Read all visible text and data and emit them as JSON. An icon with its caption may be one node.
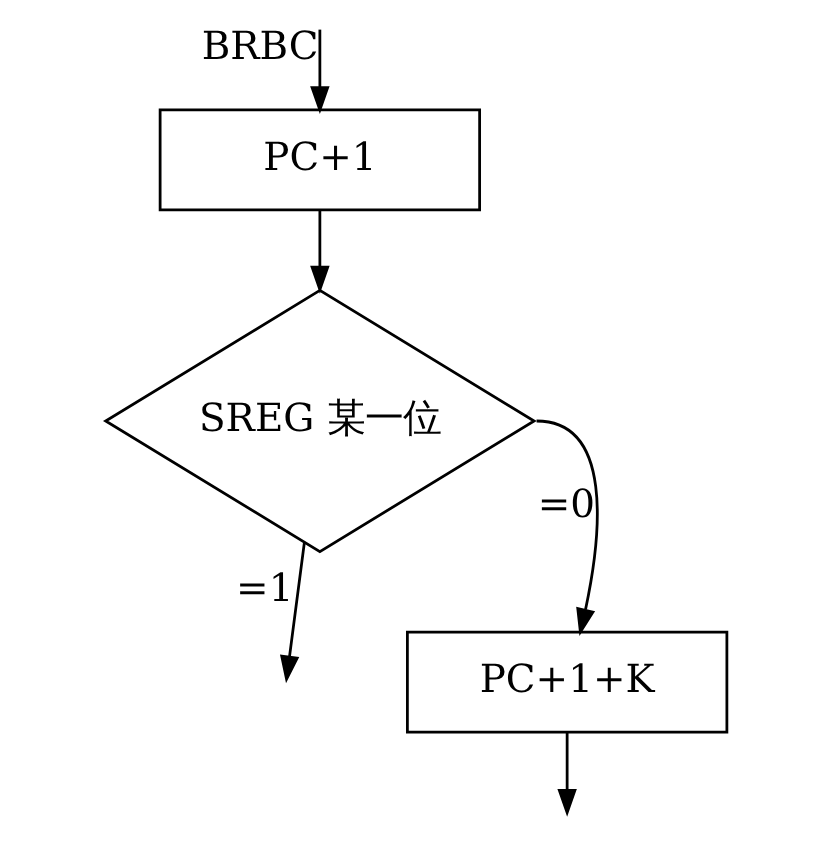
{
  "diagram": {
    "nodes": [
      {
        "text": [
          "PC+1"
        ]
      },
      {
        "text": [
          "SREG 某一位"
        ]
      },
      {
        "text": [
          "PC+1+K"
        ]
      }
    ],
    "edges": [
      {
        "from": null,
        "to": 0,
        "arrow": "to",
        "label": "BRBC"
      },
      {
        "from": 0,
        "to": 1,
        "arrow": "to"
      },
      {
        "from": 1,
        "to": 2,
        "arrow": "to",
        "label": "=0"
      },
      {
        "from": 1,
        "to": null,
        "arrow": "to",
        "label": "=1"
      },
      {
        "from": 2,
        "to": null,
        "arrow": "to"
      }
    ]
  }
}
